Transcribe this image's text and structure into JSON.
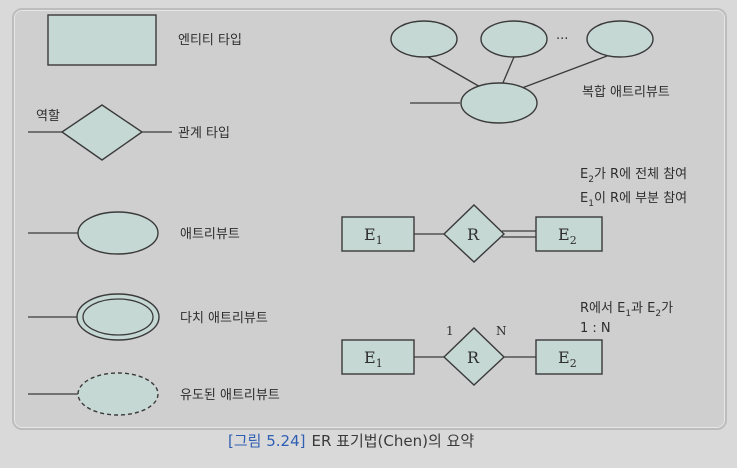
{
  "legend": {
    "entity_type": "엔티티 타입",
    "relationship_type": "관계 타입",
    "role": "역할",
    "attribute": "애트리뷰트",
    "multivalued_attribute": "다치 애트리뷰트",
    "derived_attribute": "유도된 애트리뷰트",
    "composite_attribute": "복합 애트리뷰트",
    "ellipsis": "···"
  },
  "participation": {
    "e1": "E",
    "e1_sub": "1",
    "e2": "E",
    "e2_sub": "2",
    "r": "R",
    "note_line1_pre": "E",
    "note_line1_sub": "2",
    "note_line1_post": "가 R에 전체 참여",
    "note_line2_pre": "E",
    "note_line2_sub": "1",
    "note_line2_post": "이 R에 부분 참여"
  },
  "cardinality": {
    "e1": "E",
    "e1_sub": "1",
    "e2": "E",
    "e2_sub": "2",
    "r": "R",
    "left_card": "1",
    "right_card": "N",
    "note_line1_pre": "R에서 E",
    "note_line1_sub1": "1",
    "note_line1_mid": "과 E",
    "note_line1_sub2": "2",
    "note_line1_post": "가",
    "note_line2": "1 : N"
  },
  "caption": {
    "label": "[그림 5.24]",
    "text": "ER 표기법(Chen)의 요약"
  }
}
